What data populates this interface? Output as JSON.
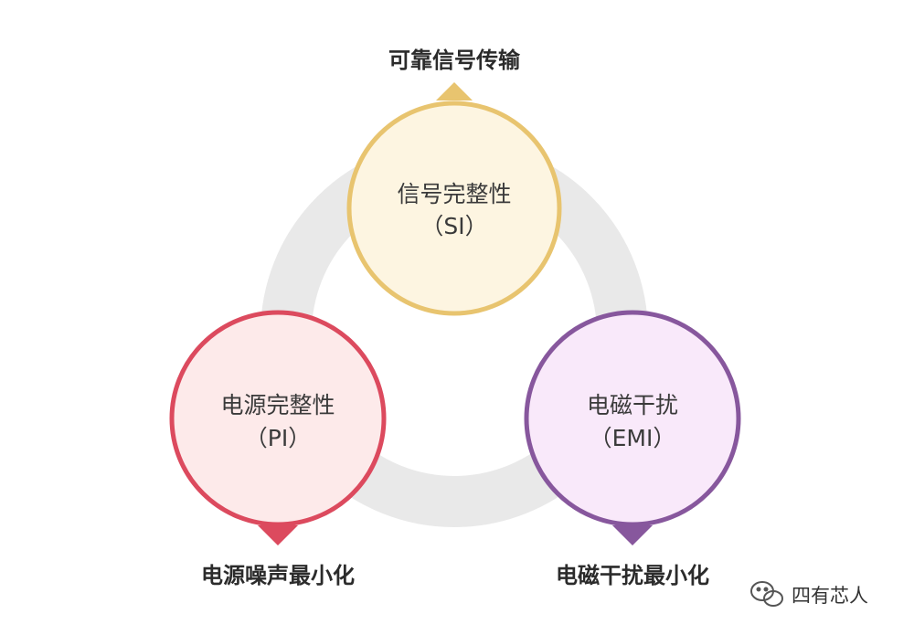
{
  "top": {
    "goal": "可靠信号传输",
    "name": "信号完整性",
    "abbr": "（SI）",
    "stroke": "#E8C46F",
    "fill": "#FDF5E1"
  },
  "left": {
    "goal": "电源噪声最小化",
    "name": "电源完整性",
    "abbr": "（PI）",
    "stroke": "#DC4A5E",
    "fill": "#FDEAEA"
  },
  "right": {
    "goal": "电磁干扰最小化",
    "name": "电磁干扰",
    "abbr": "（EMI）",
    "stroke": "#87579D",
    "fill": "#F9E9FA"
  },
  "ring_color": "#E9E9E9",
  "watermark": {
    "icon": "wechat-icon",
    "text": "四有芯人"
  }
}
